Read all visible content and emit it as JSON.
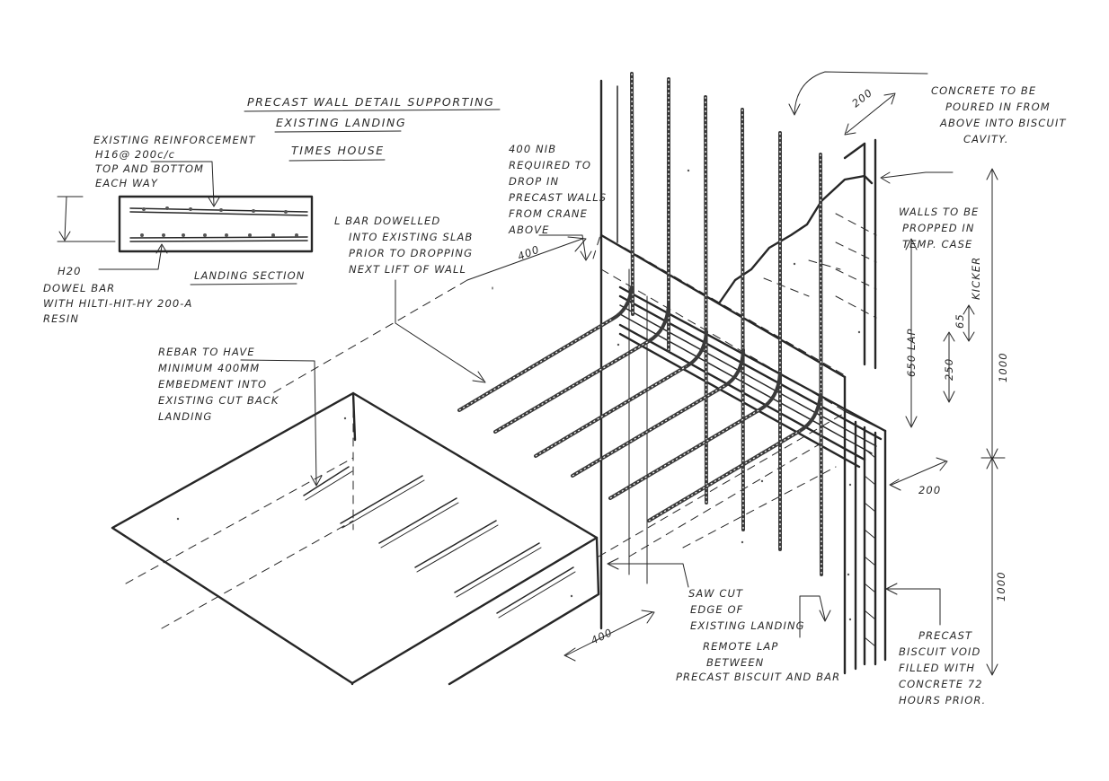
{
  "title": {
    "line1": "PRECAST WALL DETAIL SUPPORTING",
    "line2": "EXISTING LANDING",
    "line3": "TIMES HOUSE"
  },
  "landing_section": {
    "label": "LANDING SECTION",
    "reinforcement_note": [
      "EXISTING REINFORCEMENT",
      "H16@ 200c/c",
      "TOP AND BOTTOM",
      "EACH WAY"
    ],
    "dowel_note": [
      "H20",
      "DOWEL BAR",
      "WITH HILTI-HIT-HY 200-A",
      "RESIN"
    ]
  },
  "notes": {
    "nib": [
      "400 NIB",
      "REQUIRED TO",
      "DROP IN",
      "PRECAST WALLS",
      "FROM CRANE",
      "ABOVE"
    ],
    "lbar": [
      "L BAR DOWELLED",
      "INTO EXISTING SLAB",
      "PRIOR TO DROPPING",
      "NEXT LIFT OF WALL"
    ],
    "rebar": [
      "REBAR TO HAVE",
      "MINIMUM 400MM",
      "EMBEDMENT INTO",
      "EXISTING CUT BACK",
      "LANDING"
    ],
    "concrete": [
      "CONCRETE TO BE",
      "POURED IN FROM",
      "ABOVE INTO BISCUIT",
      "CAVITY."
    ],
    "propped": [
      "WALLS TO BE",
      "PROPPED IN",
      "TEMP. CASE"
    ],
    "sawcut": [
      "SAW CUT",
      "EDGE OF",
      "EXISTING LANDING"
    ],
    "remote_lap": [
      "REMOTE LAP",
      "BETWEEN",
      "PRECAST BISCUIT AND BAR"
    ],
    "precast_void": [
      "PRECAST",
      "BISCUIT VOID",
      "FILLED WITH",
      "CONCRETE 72",
      "HOURS PRIOR."
    ]
  },
  "dimensions": {
    "nib_400": "400",
    "bottom_400": "400",
    "top_200": "200",
    "side_200": "200",
    "lap": "650 LAP",
    "kicker": "KICKER",
    "kicker_dim": "65",
    "dim_250": "250",
    "height_upper": "1000",
    "height_lower": "1000"
  }
}
